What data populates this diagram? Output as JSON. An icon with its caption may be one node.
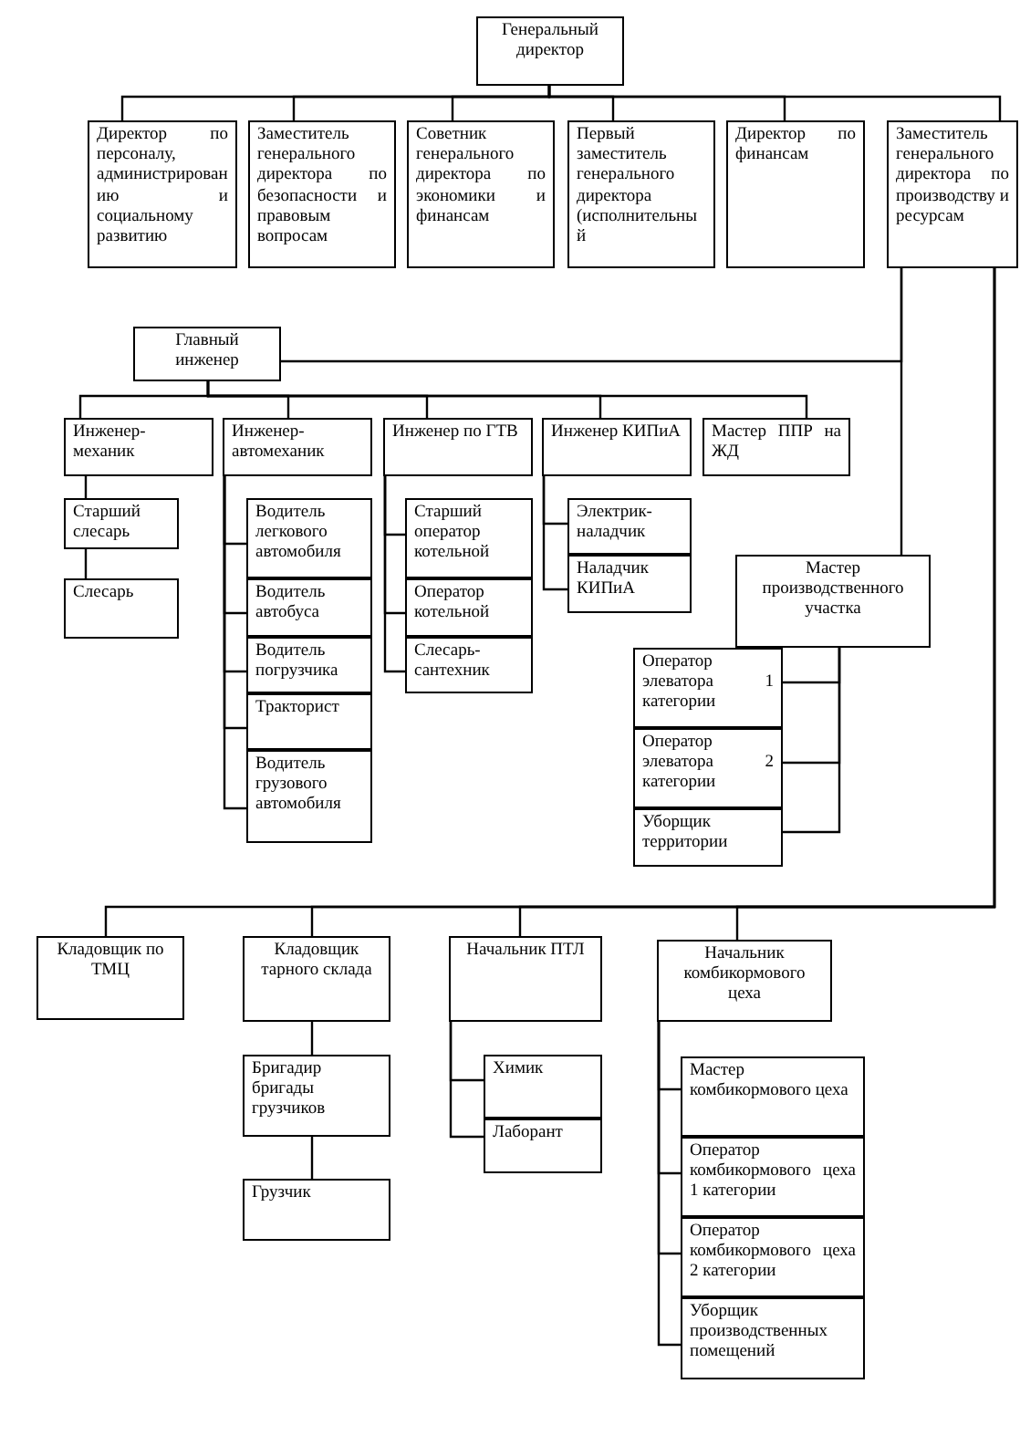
{
  "diagram": {
    "nodes": [
      {
        "text": [
          "Генеральный директор"
        ]
      },
      {
        "text": [
          "Директор по персоналу, администрированию и социальному развитию"
        ]
      },
      {
        "text": [
          "Заместитель генерального директора по безопасности и правовым вопросам"
        ]
      },
      {
        "text": [
          "Советник генерального директора по экономики и финансам"
        ]
      },
      {
        "text": [
          "Первый заместитель генерального директора (исполнительный"
        ]
      },
      {
        "text": [
          "Директор по финансам"
        ]
      },
      {
        "text": [
          "Заместитель генерального директора по производству и ресурсам"
        ]
      },
      {
        "text": [
          "Главный инженер"
        ]
      },
      {
        "text": [
          "Инженер-механик"
        ]
      },
      {
        "text": [
          "Инженер-автомеханик"
        ]
      },
      {
        "text": [
          "Инженер по ГТВ"
        ]
      },
      {
        "text": [
          "Инженер КИПиА"
        ]
      },
      {
        "text": [
          "Мастер ППР на ЖД"
        ]
      },
      {
        "text": [
          "Старший слесарь"
        ]
      },
      {
        "text": [
          "Слесарь"
        ]
      },
      {
        "text": [
          "Водитель легкового автомобиля"
        ]
      },
      {
        "text": [
          "Водитель автобуса"
        ]
      },
      {
        "text": [
          "Водитель погрузчика"
        ]
      },
      {
        "text": [
          "Тракторист"
        ]
      },
      {
        "text": [
          "Водитель грузового автомобиля"
        ]
      },
      {
        "text": [
          "Старший оператор котельной"
        ]
      },
      {
        "text": [
          "Оператор котельной"
        ]
      },
      {
        "text": [
          "Слесарь-сантехник"
        ]
      },
      {
        "text": [
          "Электрик-наладчик"
        ]
      },
      {
        "text": [
          "Наладчик КИПиА"
        ]
      },
      {
        "text": [
          "Мастер производственного участка"
        ]
      },
      {
        "text": [
          "Оператор элеватора 1 категории"
        ]
      },
      {
        "text": [
          "Оператор элеватора 2 категории"
        ]
      },
      {
        "text": [
          "Уборщик территории"
        ]
      },
      {
        "text": [
          "Кладовщик по ТМЦ"
        ]
      },
      {
        "text": [
          "Кладовщик тарного склада"
        ]
      },
      {
        "text": [
          "Начальник ПТЛ"
        ]
      },
      {
        "text": [
          "Начальник комбикормового цеха"
        ]
      },
      {
        "text": [
          "Бригадир бригады грузчиков"
        ]
      },
      {
        "text": [
          "Грузчик"
        ]
      },
      {
        "text": [
          "Химик"
        ]
      },
      {
        "text": [
          "Лаборант"
        ]
      },
      {
        "text": [
          "Мастер комбикормового цеха"
        ]
      },
      {
        "text": [
          "Оператор комбикормового цеха 1 категории"
        ]
      },
      {
        "text": [
          "Оператор комбикормового цеха 2 категории"
        ]
      },
      {
        "text": [
          "Уборщик производственных помещений"
        ]
      }
    ],
    "edges": [
      {
        "from": 0,
        "to": 1,
        "arrow": "none"
      },
      {
        "from": 0,
        "to": 2,
        "arrow": "none"
      },
      {
        "from": 0,
        "to": 3,
        "arrow": "none"
      },
      {
        "from": 0,
        "to": 4,
        "arrow": "none"
      },
      {
        "from": 0,
        "to": 5,
        "arrow": "none"
      },
      {
        "from": 0,
        "to": 6,
        "arrow": "none"
      },
      {
        "from": 6,
        "to": 7,
        "arrow": "none"
      },
      {
        "from": 7,
        "to": 8,
        "arrow": "none"
      },
      {
        "from": 7,
        "to": 9,
        "arrow": "none"
      },
      {
        "from": 7,
        "to": 10,
        "arrow": "none"
      },
      {
        "from": 7,
        "to": 11,
        "arrow": "none"
      },
      {
        "from": 7,
        "to": 12,
        "arrow": "none"
      },
      {
        "from": 8,
        "to": 13,
        "arrow": "none"
      },
      {
        "from": 13,
        "to": 14,
        "arrow": "none"
      },
      {
        "from": 9,
        "to": 15,
        "arrow": "none"
      },
      {
        "from": 9,
        "to": 16,
        "arrow": "none"
      },
      {
        "from": 9,
        "to": 17,
        "arrow": "none"
      },
      {
        "from": 9,
        "to": 18,
        "arrow": "none"
      },
      {
        "from": 9,
        "to": 19,
        "arrow": "none"
      },
      {
        "from": 10,
        "to": 20,
        "arrow": "none"
      },
      {
        "from": 10,
        "to": 21,
        "arrow": "none"
      },
      {
        "from": 10,
        "to": 22,
        "arrow": "none"
      },
      {
        "from": 11,
        "to": 23,
        "arrow": "none"
      },
      {
        "from": 11,
        "to": 24,
        "arrow": "none"
      },
      {
        "from": 6,
        "to": 25,
        "arrow": "none"
      },
      {
        "from": 25,
        "to": 26,
        "arrow": "none"
      },
      {
        "from": 25,
        "to": 27,
        "arrow": "none"
      },
      {
        "from": 25,
        "to": 28,
        "arrow": "none"
      },
      {
        "from": 6,
        "to": 29,
        "arrow": "none"
      },
      {
        "from": 6,
        "to": 30,
        "arrow": "none"
      },
      {
        "from": 6,
        "to": 31,
        "arrow": "none"
      },
      {
        "from": 6,
        "to": 32,
        "arrow": "none"
      },
      {
        "from": 30,
        "to": 33,
        "arrow": "none"
      },
      {
        "from": 33,
        "to": 34,
        "arrow": "none"
      },
      {
        "from": 31,
        "to": 35,
        "arrow": "none"
      },
      {
        "from": 31,
        "to": 36,
        "arrow": "none"
      },
      {
        "from": 32,
        "to": 37,
        "arrow": "none"
      },
      {
        "from": 32,
        "to": 38,
        "arrow": "none"
      },
      {
        "from": 32,
        "to": 39,
        "arrow": "none"
      },
      {
        "from": 32,
        "to": 40,
        "arrow": "none"
      }
    ]
  }
}
